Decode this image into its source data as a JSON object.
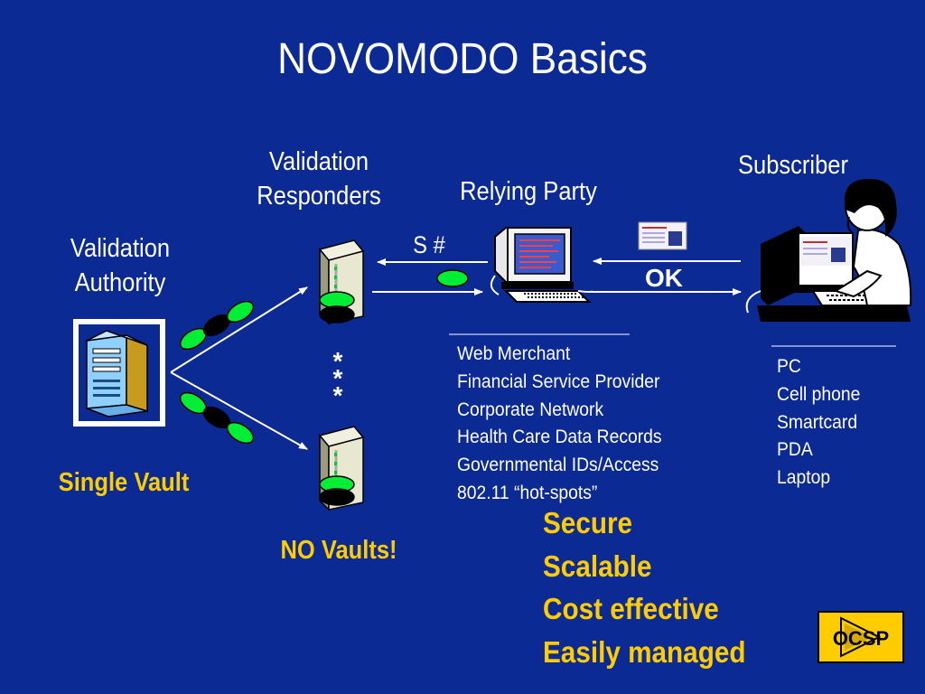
{
  "slide": {
    "title": "NOVOMODO Basics"
  },
  "labels": {
    "validation_authority": [
      "Validation",
      "Authority"
    ],
    "validation_responders": [
      "Validation",
      "Responders"
    ],
    "relying_party": "Relying Party",
    "subscriber": "Subscriber",
    "single_vault": "Single Vault",
    "no_vaults": "NO Vaults!",
    "s_hash": "S #",
    "ok": "OK",
    "asterisks": [
      "*",
      "*",
      "*"
    ]
  },
  "relying_party_examples": [
    "Web Merchant",
    "Financial Service Provider",
    "Corporate Network",
    "Health Care Data Records",
    "Governmental IDs/Access",
    "802.11 “hot-spots”"
  ],
  "subscriber_devices": [
    "PC",
    "Cell phone",
    "Smartcard",
    "PDA",
    "Laptop"
  ],
  "benefits": [
    "Secure",
    "Scalable",
    "Cost effective",
    "Easily managed"
  ],
  "nav_button": {
    "label": "OCSP"
  },
  "colors": {
    "background": "#0b2a94",
    "accent": "#ffcc00",
    "token_green": "#00ee33",
    "text": "#ffffff"
  },
  "icons": {
    "authority": "server-tower-icon",
    "responder": "rack-server-icon",
    "relying_party": "desktop-computer-icon",
    "subscriber": "person-at-computer-icon",
    "certificate": "certificate-icon",
    "nav": "play-icon"
  }
}
